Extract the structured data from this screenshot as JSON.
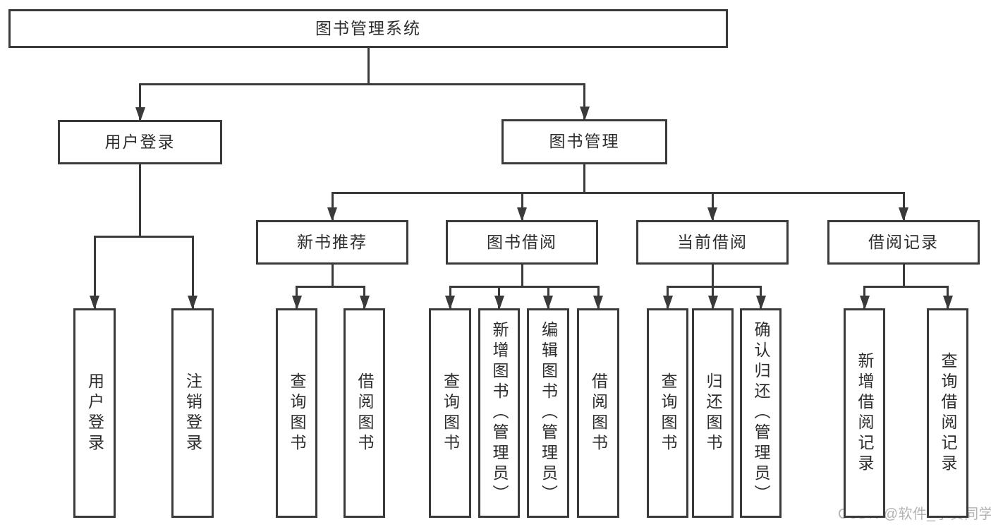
{
  "diagram": {
    "title": "图书管理系统",
    "nodes": [
      {
        "id": "root",
        "label": "图书管理系统",
        "parent": null,
        "vertical": false
      },
      {
        "id": "user-login-group",
        "label": "用户登录",
        "parent": "root",
        "vertical": false
      },
      {
        "id": "book-mgmt",
        "label": "图书管理",
        "parent": "root",
        "vertical": false
      },
      {
        "id": "new-book-rec",
        "label": "新书推荐",
        "parent": "book-mgmt",
        "vertical": false
      },
      {
        "id": "book-borrow",
        "label": "图书借阅",
        "parent": "book-mgmt",
        "vertical": false
      },
      {
        "id": "current-borrow",
        "label": "当前借阅",
        "parent": "book-mgmt",
        "vertical": false
      },
      {
        "id": "borrow-records",
        "label": "借阅记录",
        "parent": "book-mgmt",
        "vertical": false
      },
      {
        "id": "user-login",
        "label": "用户登录",
        "parent": "user-login-group",
        "vertical": true
      },
      {
        "id": "logout",
        "label": "注销登录",
        "parent": "user-login-group",
        "vertical": true
      },
      {
        "id": "query-books-1",
        "label": "查询图书",
        "parent": "new-book-rec",
        "vertical": true
      },
      {
        "id": "borrow-books-1",
        "label": "借阅图书",
        "parent": "new-book-rec",
        "vertical": true
      },
      {
        "id": "query-books-2",
        "label": "查询图书",
        "parent": "book-borrow",
        "vertical": true
      },
      {
        "id": "add-books-admin",
        "label": "新增图书（管理员）",
        "parent": "book-borrow",
        "vertical": true
      },
      {
        "id": "edit-books-admin",
        "label": "编辑图书（管理员）",
        "parent": "book-borrow",
        "vertical": true
      },
      {
        "id": "borrow-books-2",
        "label": "借阅图书",
        "parent": "book-borrow",
        "vertical": true
      },
      {
        "id": "query-books-3",
        "label": "查询图书",
        "parent": "current-borrow",
        "vertical": true
      },
      {
        "id": "return-books",
        "label": "归还图书",
        "parent": "current-borrow",
        "vertical": true
      },
      {
        "id": "confirm-return-admin",
        "label": "确认归还（管理员）",
        "parent": "current-borrow",
        "vertical": true
      },
      {
        "id": "add-borrow-record",
        "label": "新增借阅记录",
        "parent": "borrow-records",
        "vertical": true
      },
      {
        "id": "query-borrow-record",
        "label": "查询借阅记录",
        "parent": "borrow-records",
        "vertical": true
      }
    ],
    "colors": {
      "stroke": "#3a3a3a",
      "text": "#2d2d2d",
      "background": "#ffffff",
      "watermark": "#b3b3b3"
    }
  },
  "watermark": {
    "text": "CSDN @软件_小贺同学"
  }
}
